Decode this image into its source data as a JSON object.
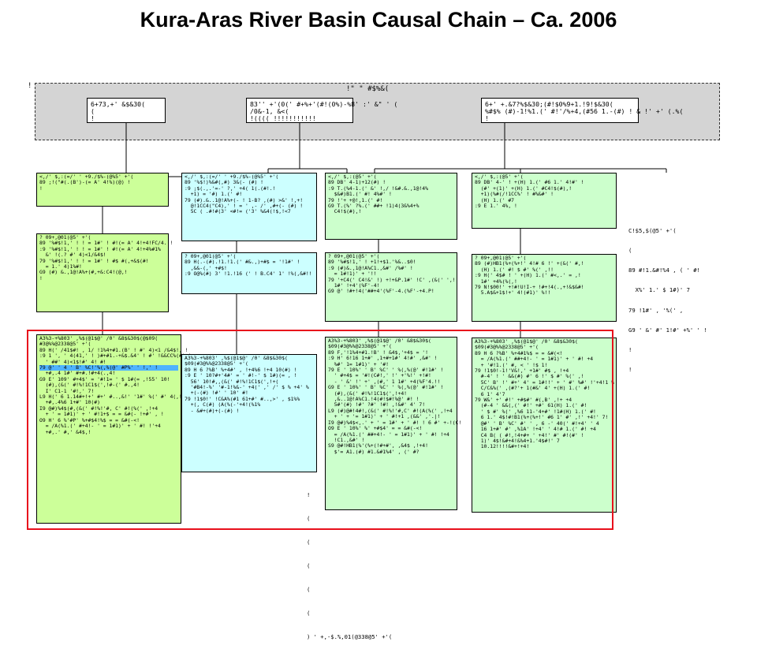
{
  "title": "Kura-Aras River Basin Causal Chain – Ca. 2006",
  "band": {
    "label": "!\" \" #$%&(",
    "dot": "!"
  },
  "colors": {
    "band_bg": "#d4d4d4",
    "col1": "#ccff99",
    "col2": "#ccffff",
    "col3": "#ccffcc",
    "highlight": "#4fb3ff",
    "frame": "#e8101c"
  },
  "boxes": [
    {
      "lines": [
        "6+73,+' &$&30(",
        "(",
        "!"
      ]
    },
    {
      "lines": [
        "83'' +'(0(' #+%+'(#!(0%)-%8' :' &\" ' (",
        "/0&-1, &<(",
        "!(((( !!!!!!!!!!!"
      ]
    },
    {
      "lines": [
        "6+' +.&7?%$&30;(#!$0%9+1.!9!$&30(",
        "%#$% (#)-1!%1.(' #!'/%+4,(#56 1.-(#) ! & !' +' (.%(",
        "!"
      ]
    },
    {
      "lines": [
        "<,/' $,:(=/' ' +9./$%-(@%5' +'(",
        "89 ;!(\"#(.(B')-(= A' 4!%)(@) !",
        "!"
      ]
    },
    {
      "lines": [
        "<,/' $,:(=/' ' +9./$%-(@%5' +'(",
        "89 '%$!)%&#(,#) 3&(- (#) !",
        ":9 ;$(.,.'=-' ?,' +4( 1(.(#!.!",
        "  +1) = '#) 1.(' #!",
        "79 (#).&..1@!A%+(- ! 1-B? ,(#) >&' !,+!",
        "  @!1CC4(\"C4),' ! = ' ,- /' ,#+(- (#) !",
        "  5C ( .#!#(3' <#!= ('3' %&4(!$,!<7"
      ]
    },
    {
      "lines": [
        "<,/' $,:(@5' +'(",
        "89 DB' 4-1)+12(#) !",
        ":9 T.(%4-1.(' &' !,/ !&#.&.,1@!4%",
        "  $&#)B1.(' #! 4%#' !",
        "79 !'+ +@!,1.(' #!",
        "G9 T.(%' ?%.(' ##+ !1)4(3&%4+%",
        "  C4!$(#),!"
      ]
    },
    {
      "lines": [
        "<,/' $,:(@5' +'(",
        "89 DB' 4-' ! +(H) 1.(' #6 1.' 4!#' !",
        "  (#' +(1)' +(H) 1.(' #C4!$(#),!",
        "  +1)(%#(/!1CC%' ! #%&#' !",
        "  (H) 1.(' #7",
        ":9 E 1.' 4%, !"
      ]
    },
    {
      "lines": [
        "? 09+,@01(@5' +'(",
        "89 '%#$!1,' ! ! = 1#' ! #!(= A' 4!+4!FC/4.!!",
        ":9 '%#$!1,' ! ! = 1#' ! #!(= A' 4!+4%#1%",
        "  &' !(.? #' 4)<1/&4$!",
        "79 '%#$!1,' ! ! = 1#' ! #$ #(,+&$(#!",
        "  = 1.' 4)1%#!",
        "G9 (#) &.,1@!A%+(#,+&:C4!(@,!",
        "!"
      ]
    },
    {
      "lines": [
        "? 09+,@01(@5' +'(",
        "89 H(.-(#).!1.!1.(' #&.,)+#$ = '!1#' !",
        "  ,&&-(,' +#$!",
        ":9 O@%(#) 3' !1.!16 (' ! B.C4' 1' !%(,&#!!"
      ]
    },
    {
      "lines": [
        "? 09+,@01(@5' +'(",
        "89 '%#$!1,' ! +1!+$1.'%&..$0!",
        ":9 (#)&.,1@!A%C1.,&#' /%#' !",
        "  = 1#!1)' + '!!",
        "79 '+C4(' C4!&' !) +!+&P.1#' !C' ,(&(' ',!",
        "  1#' !+4'(%F'-4!",
        "G9 @' !#+!4('##+4'(%F'-4.(%F'-+4.P!"
      ]
    },
    {
      "lines": [
        "? 09+,@01(@5' +'(",
        "89 (#)HB1(%+(%+!' 4!# 6 !' +(&(' #,!",
        "  (H) 1.(' #! $ #' %(' ,!!",
        ":9 H(' 4$# ! ' +(H) 1.(' #<,.' = ,!",
        "  1#' +4%(%(,!",
        "79 N!$00!' +!#!U!I-+ !#+!4(.,+!&$&#!",
        "  5.A$&+1$!+' 4!(#1)' %!!"
      ]
    },
    {
      "lines": [
        "A3%3-+%803' ,%$(@1$@' /0' &8$&30$(@$09(",
        "#3@%%@2338@5' +'(",
        "89 H(' /41$#! , 1/ !1%4+#1.(B' ! #' 4)<1 /&4$!, !",
        ":9 1 ', ' 4(41,' ! )#+#1.-+&$.&4' ! #' !&&CC%(#) !",
        "  ' ##' 4)<1$!#' 4! #!",
        "79 @' ' 4 ' B' %C!'%(,%(@' #P%' ' !,' !",
        "  +#,.4 1#' #+#.!#+4(.,4!",
        "G9 E' 109' #+4$' = '#!1= ' $ 1#(= ,!55' 10!",
        "  (#),(&(' #!%!1C1$(',!#-(' #.,4!",
        "  I' C1-1 '#!,' 7!",
        "L9 H(' 6 1.14#+!+' #+' #..,&!' '1#' %(' #' 4(,!",
        "  +#,.4%6 1+#' 10(#)",
        "I9 @#)%4$(#,(&(' #!%!'#, C' #!(%(' ,!+4",
        "  + ' = 1#1)' + ' #!1+$ = = &#(- !+#' , !",
        "O9 H' 6 %'#P' %+#$4!%$ = = &#(-<!",
        "  = /A(%1.(' #+4!- ' = 1#1)' + ' #! !'+4",
        "  +#,.' #,' &4$,!"
      ]
    },
    {
      "lines": [
        "A3%3-+%803' ,%$(@1$@' /0' &8$&30$(",
        "$09(#3@%%@2338@5' +'(",
        "89 H 6 ?%B' %+4#' , !+4%6 !+4 10(#) !",
        ":9 E ' 10?#+'4#' = ' #!-' $ 1#)(= , !",
        "  56' 10!#,,(&(' #!%!1C1$(',!+(",
        "  '#B4!-%' '#-1!%&-' +4(' ,' /' $ % +4' %",
        "  +(-(#) !#' ' 10' #!",
        "79 !1$0!' !C&A%(#1 61+#' #..,>' , $1%%",
        "  +(, C(#) (A(%(-'+4!(%1%",
        "  - &#+(#)+(-(#) !"
      ]
    },
    {
      "lines": [
        "A3%3-+%803' ,%$(@1$@' /0' &8$&30$(",
        "$09(#3@%%@2338@5' +'(",
        "89 F,'!1%4+#1.!B' ! &4$,'+4$ = '!",
        ":9 H' 6!16 1+#' ,1+#+1#' 4!#' ,&#' !",
        "  %#' 1= 1#1)' + '#!",
        "79 E ' 10%' ' B' %C' ' %(,%(@' #!1#' !",
        "  ' #+4$ = '#!(C#!,' !' +'%!' +!#!",
        "  - ' &' !' +' ,(#,' 1 1#' +4(%F'4.!!",
        "G9 E ' 10%' ' B' %C' ' %(,%(@' #!1#' !",
        "  (#),(&(' #!%!1C1$(',!+4!",
        "  ,&..1@!A%C1.!4(#!$#!%@' #! !",
        "  5#'(#) !#' ?#' !#! ,!&#' 4' 7!",
        "L9 (#)@#!4#!,(&(' #!%!'#,C' #!(A(%(' ,!+4",
        "  + ' + '= 1#1)' + ' #!+1 ,(&&' ,'.|!",
        "I9 @#)%4$<,.' + ' = 1#' + ' #! ! 6 #' +-!(C!",
        "O9 E ' 10%' %' +#$4' = = &#(-<!",
        "  = /A(%1.(' ##+4!- ' = 1#1)' + ' #! !+4",
        "  !C1.,&#' !",
        "S9 @#!HB1(%'(%+(!#+#', ,&4$ ,!+4!",
        "  $'= A1.(#) #1.&#1%4' , (' #?"
      ]
    },
    {
      "lines": [
        "A3%3-+%803' ,%$(@1$@' /0' &8$&30$(",
        "$09(#3@%%@2338@5' +'(",
        "89 H 6 ?%B' %+4#1%$ = = &#(<!",
        "  = /A(%1.(' ##+4!- ' = 1#1)' + ' #! +4",
        "  + '#!1.(' #, < ' !$ 1!",
        "79 !1$0!-1!'V&!,' +1#' #$ , !+4",
        "  #-4' ! ' &&(#) #' 6 !' $ #' %(' ,!",
        "  5C' B' !' #+' 4' = 1#!!' + ' #' %#' !'+4!1 %",
        "  C/C&%(' ,(#?'+ 1(#&' 4' +(H) 1.(' #!",
        "  6 1' 4'7",
        "79 W&' +' #!' +#$#' #(,B' ,!+ +4",
        "  (#-4 ' &&(,(' #!' +#' 61(H) 1.(' #!",
        "  ' $ #' %(' ,%6 11-'4+#' !1#(H) 1.(' #!",
        "  6 1.' 4$!#!B1(%+(%+!' #6 1' #' ,!' +4!' 7!",
        "  @#' ' B' %C' #' ' , 6 -' 40(' #!+4' ' 4",
        "  16 1+#' #' ,%1A' !+4' ' 4!# 1.(' #! +4",
        "  C4 B( ( #!,!4+#+ ' +4!' #' #!(#' !",
        "  1)' 4$!&#+4!&%4+1.'4$#!' 7",
        "  10.12!!!!&#+!+4!"
      ]
    }
  ],
  "notes": {
    "side": [
      "C!$5,$(@5' +'(",
      "(",
      "89 #!1.&#!%4 , ( ' #!",
      "  X%' 1.' $ 1#)' 7",
      "79 !1#' , '%(' ,",
      "G9 ' &' #' 1!#' +%' ' !",
      "!",
      "!"
    ],
    "bottom": [
      "!",
      "(",
      "(",
      "(",
      "(",
      "(",
      ") ' +,-$.%,01(@338@5' +'("
    ]
  }
}
